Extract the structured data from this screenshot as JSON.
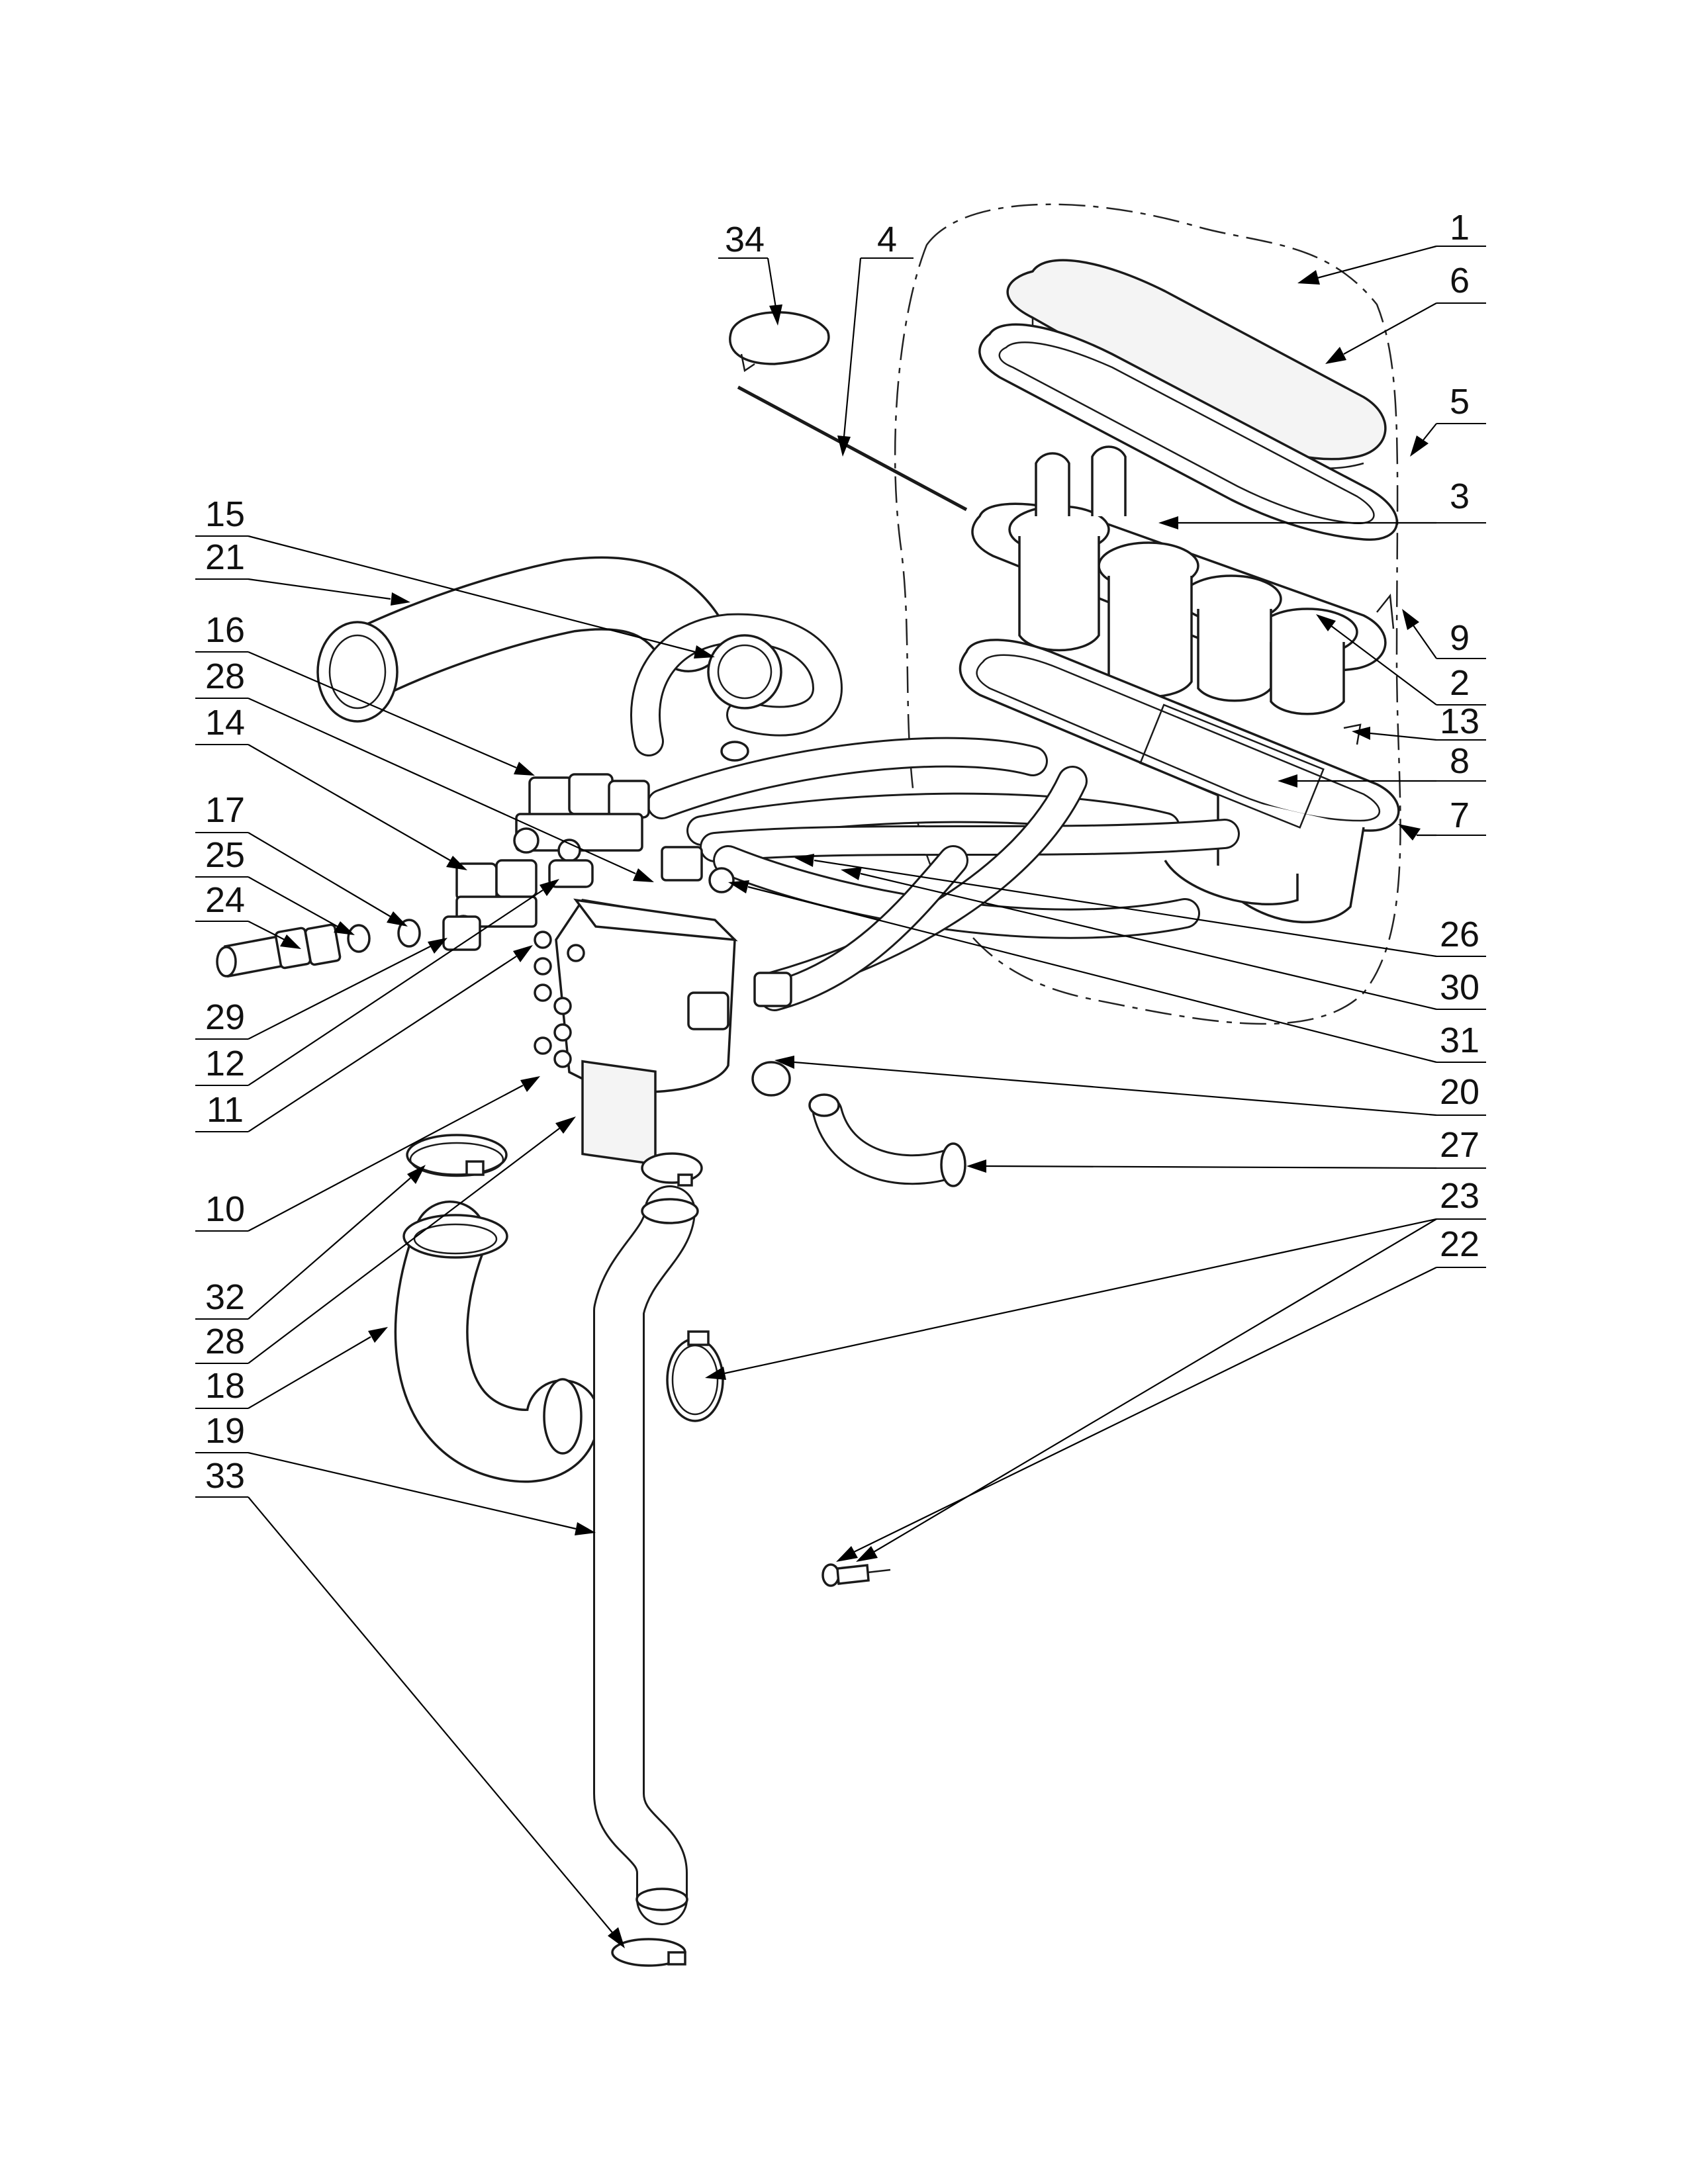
{
  "diagram": {
    "callout_labels": {
      "p1": "1",
      "p2": "2",
      "p3": "3",
      "p4": "4",
      "p5": "5",
      "p6": "6",
      "p7": "7",
      "p8": "8",
      "p9": "9",
      "p10": "10",
      "p11": "11",
      "p12": "12",
      "p13": "13",
      "p14": "14",
      "p15": "15",
      "p16": "16",
      "p17": "17",
      "p18": "18",
      "p19": "19",
      "p20": "20",
      "p21": "21",
      "p22": "22",
      "p23": "23",
      "p24": "24",
      "p25": "25",
      "p26": "26",
      "p27": "27",
      "p28a": "28",
      "p28b": "28",
      "p29": "29",
      "p30": "30",
      "p31": "31",
      "p32": "32",
      "p33": "33",
      "p34": "34"
    }
  }
}
